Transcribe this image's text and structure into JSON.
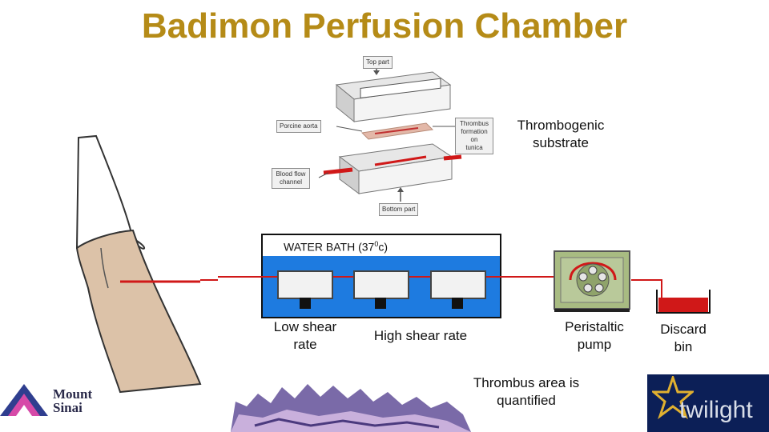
{
  "title": "Badimon Perfusion Chamber",
  "chamber_parts": {
    "top_part": "Top part",
    "porcine_aorta": "Porcine aorta",
    "thrombus_formation": [
      "Thrombus",
      "formation on",
      "tunica"
    ],
    "blood_flow_channel": [
      "Blood flow",
      "channel"
    ],
    "bottom_part": "Bottom part"
  },
  "thrombogenic_substrate": [
    "Thrombogenic",
    "substrate"
  ],
  "water_bath": {
    "label_prefix": "WATER BATH (37",
    "label_sup": "0",
    "label_suffix": "c)"
  },
  "labels": {
    "low_shear": [
      "Low shear",
      "rate"
    ],
    "high_shear": "High shear rate",
    "peristaltic": [
      "Peristaltic",
      "pump"
    ],
    "discard": [
      "Discard",
      "bin"
    ],
    "thrombus_area": [
      "Thrombus area is",
      "quantified"
    ]
  },
  "logos": {
    "mount_sinai": [
      "Mount",
      "Sinai"
    ],
    "twilight": "twilight"
  },
  "colors": {
    "title": "#b58b17",
    "tubing": "#d01818",
    "water": "#1e7be0",
    "twilight_bg": "#0c1f57",
    "pump_body": "#a8bb82"
  }
}
